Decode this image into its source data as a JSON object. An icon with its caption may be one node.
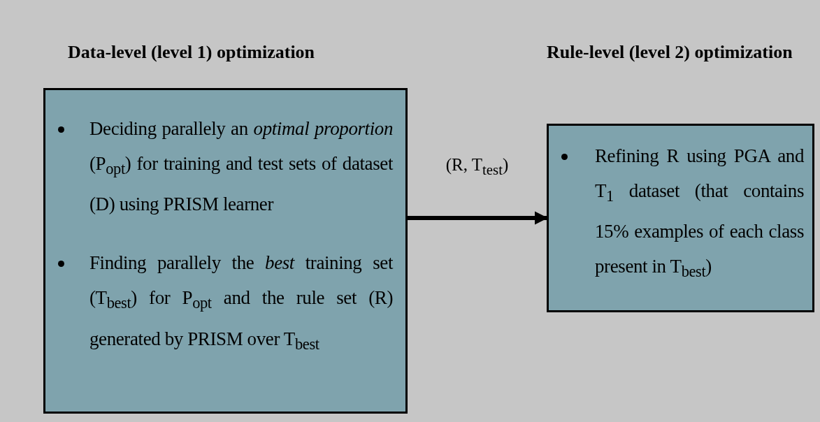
{
  "diagram": {
    "nodes": [
      {
        "text": [
          "Data-level (level 1) optimization",
          "Deciding parallely an *optimal proportion* (P$_{opt}$) for training and test sets of dataset (D) using PRISM learner",
          "Finding parallely the *best* training set (T$_{best}$) for P$_{opt}$ and the rule set (R) generated by PRISM over T$_{best}$"
        ]
      },
      {
        "text": [
          "Rule-level (level 2) optimization",
          "Refining R using PGA and T$_{1}$ dataset (that contains 15% examples of each class present in T$_{best}$)"
        ]
      }
    ],
    "edges": [
      {
        "from": 0,
        "to": 1,
        "arrow": "to",
        "label": "(R, T$_{test}$)"
      }
    ]
  }
}
